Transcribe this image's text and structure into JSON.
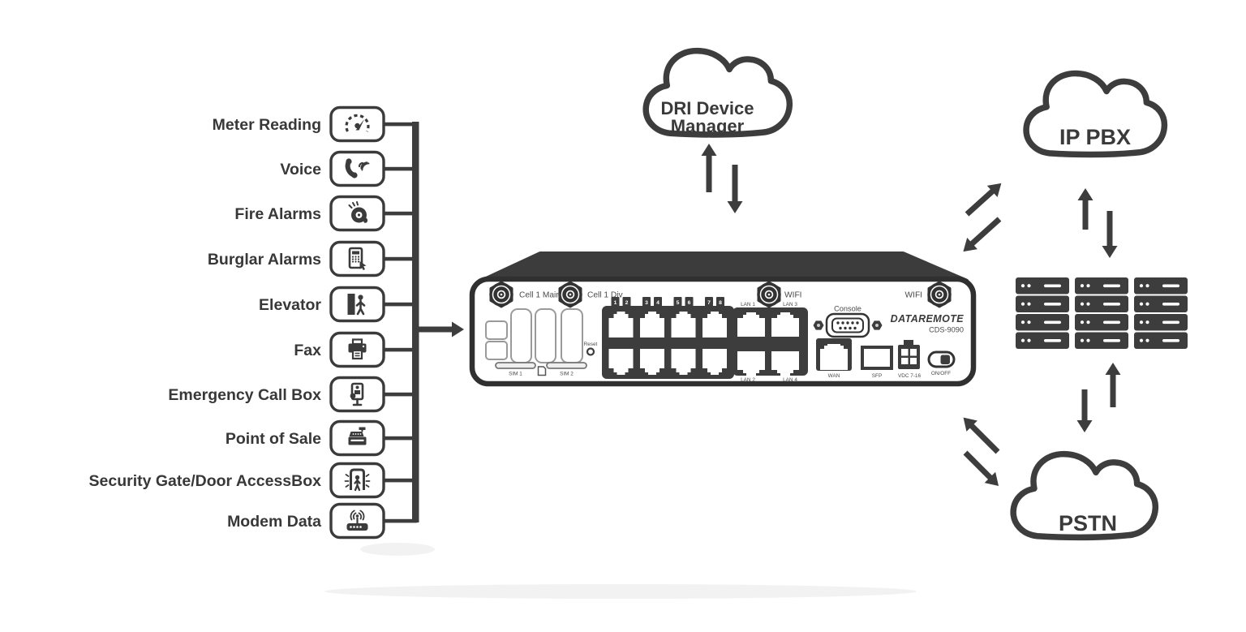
{
  "services": [
    {
      "label": "Meter Reading",
      "icon": "gauge-icon"
    },
    {
      "label": "Voice",
      "icon": "phone-icon"
    },
    {
      "label": "Fire Alarms",
      "icon": "fire-alarm-icon"
    },
    {
      "label": "Burglar Alarms",
      "icon": "keypad-icon"
    },
    {
      "label": "Elevator",
      "icon": "elevator-icon"
    },
    {
      "label": "Fax",
      "icon": "fax-icon"
    },
    {
      "label": "Emergency Call Box",
      "icon": "call-box-icon"
    },
    {
      "label": "Point of Sale",
      "icon": "cash-register-icon"
    },
    {
      "label": "Security Gate/Door AccessBox",
      "icon": "security-gate-icon"
    },
    {
      "label": "Modem Data",
      "icon": "modem-icon"
    }
  ],
  "clouds": {
    "dri": {
      "line1": "DRI Device",
      "line2": "Manager"
    },
    "ip_pbx": "IP PBX",
    "pstn": "PSTN"
  },
  "device": {
    "brand": "DATAREMOTE",
    "model": "CDS-9090",
    "labels": {
      "cell1_main": "Cell 1 Main",
      "cell1_div": "Cell 1 Div",
      "wifi": "WIFI",
      "console": "Console",
      "reset": "Reset",
      "sim1": "SIM 1",
      "sim2": "SIM 2",
      "lan1": "LAN 1",
      "lan2": "LAN 2",
      "lan3": "LAN 3",
      "lan4": "LAN 4",
      "wan": "WAN",
      "sfp": "SFP",
      "power": "VDC 7-16",
      "onoff": "ON/OFF"
    },
    "port_numbers": [
      "1",
      "2",
      "3",
      "4",
      "5",
      "6",
      "7",
      "8"
    ]
  },
  "colors": {
    "ink": "#3d3d3d",
    "background": "#ffffff"
  }
}
